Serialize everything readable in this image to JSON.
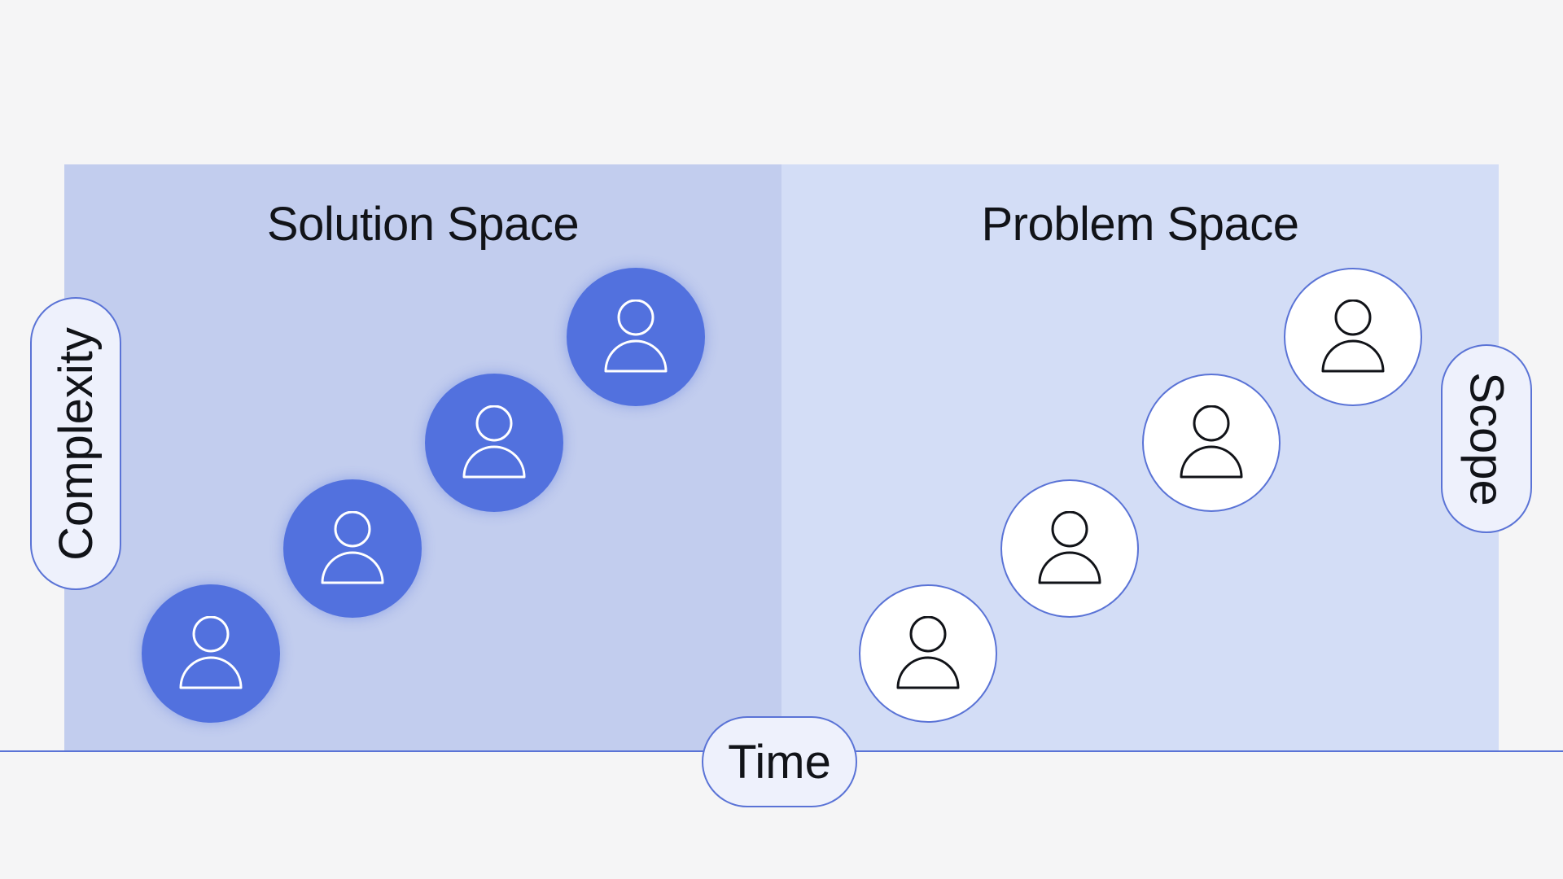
{
  "diagram": {
    "panels": [
      {
        "title": "Solution Space"
      },
      {
        "title": "Problem Space"
      }
    ],
    "axis_labels": {
      "time": "Time",
      "complexity": "Complexity",
      "scope": "Scope"
    }
  },
  "colors": {
    "background": "#f5f5f6",
    "solution_panel": "#c2cdee",
    "problem_panel": "#d3ddf6",
    "accent": "#5271de",
    "outline": "#5a73d6"
  },
  "icons": {
    "person": "person-icon"
  }
}
